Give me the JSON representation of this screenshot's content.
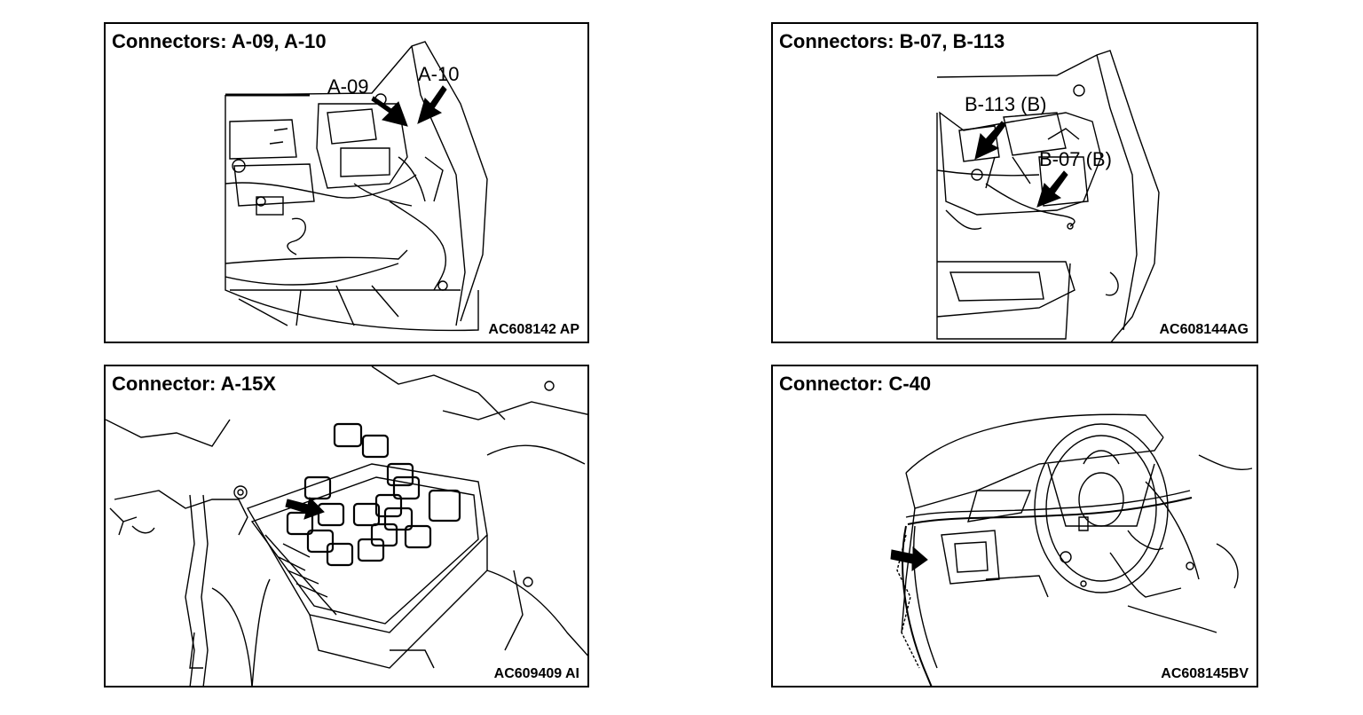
{
  "panels": [
    {
      "title": "Connectors: A-09, A-10",
      "code": "AC608142 AP",
      "callouts": [
        "A-09",
        "A-10"
      ]
    },
    {
      "title": "Connectors: B-07, B-113",
      "code": "AC608144AG",
      "callouts": [
        "B-113 (B)",
        "B-07 (B)"
      ]
    },
    {
      "title": "Connector: A-15X",
      "code": "AC609409 AI",
      "callouts": []
    },
    {
      "title": "Connector: C-40",
      "code": "AC608145BV",
      "callouts": []
    }
  ],
  "colors": {
    "line": "#000000",
    "background": "#ffffff"
  },
  "icons": [
    "arrow-icon"
  ]
}
